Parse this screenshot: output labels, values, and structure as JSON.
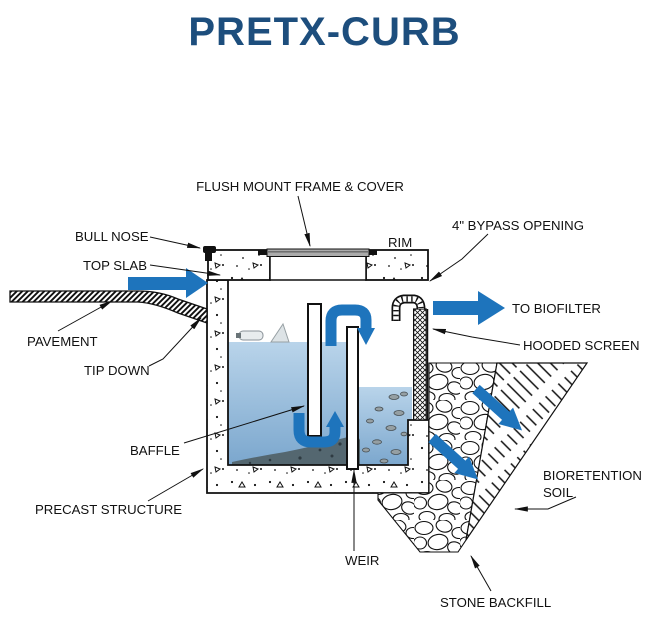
{
  "title": "PRETX-CURB",
  "labels": {
    "flush_mount_frame_cover": "FLUSH MOUNT FRAME & COVER",
    "bull_nose": "BULL NOSE",
    "top_slab": "TOP SLAB",
    "rim": "RIM",
    "bypass_opening": "4\" BYPASS OPENING",
    "to_biofilter": "TO BIOFILTER",
    "hooded_screen": "HOODED SCREEN",
    "pavement": "PAVEMENT",
    "tip_down": "TIP DOWN",
    "baffle": "BAFFLE",
    "precast_structure": "PRECAST STRUCTURE",
    "weir": "WEIR",
    "bioretention_soil_line1": "BIORETENTION",
    "bioretention_soil_line2": "SOIL",
    "stone_backfill": "STONE BACKFILL"
  },
  "colors": {
    "title-blue": "#1d4e7d",
    "arrow-blue": "#1e74bc",
    "label-ink": "#111111",
    "line-ink": "#111111",
    "water-top": "#b9d4ea",
    "water-bottom": "#7aa6cd",
    "cover-gray": "#ababab",
    "sediment-gray": "#546770"
  }
}
